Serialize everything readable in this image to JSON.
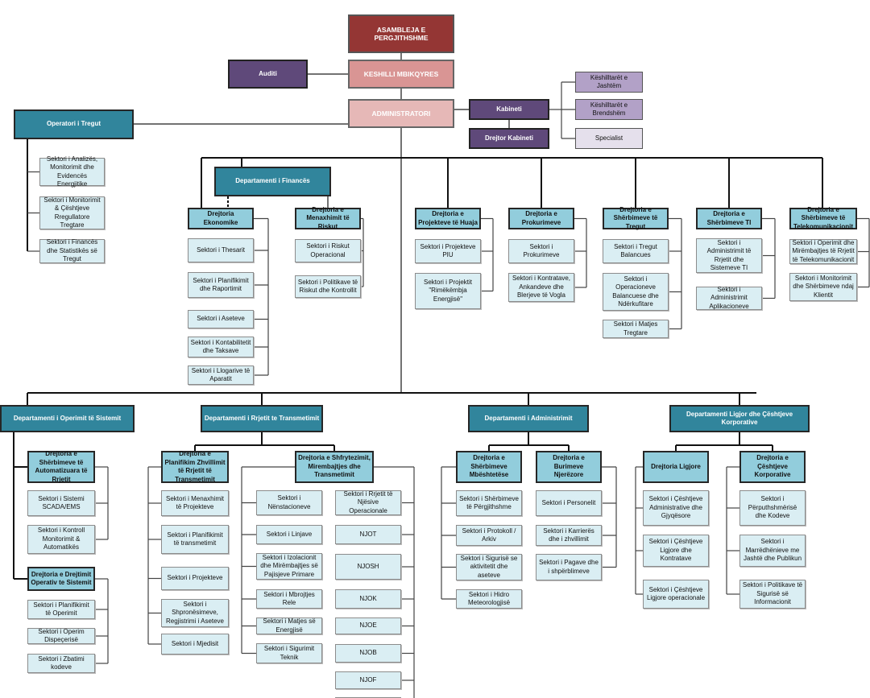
{
  "colors": {
    "assembly": "#943634",
    "board": "#d99594",
    "administrator": "#e6b8b7",
    "department": "#31859c",
    "directorate": "#92cddc",
    "sector": "#daeef3",
    "purple": "#5f497a",
    "lavender": "#b2a1c7"
  },
  "nodes": [
    {
      "id": "asamblea",
      "type": "top1",
      "label": "ASAMBLEJA  E PERGJITHSHME"
    },
    {
      "id": "keshilli",
      "type": "top2",
      "label": "KESHILLI MBIKQYRES"
    },
    {
      "id": "auditi",
      "type": "purple",
      "label": "Auditi"
    },
    {
      "id": "admin",
      "type": "top3",
      "label": "ADMINISTRATORI"
    },
    {
      "id": "kabineti",
      "type": "purple",
      "label": "Kabineti"
    },
    {
      "id": "drejtor_kab",
      "type": "purple",
      "label": "Drejtor Kabineti"
    },
    {
      "id": "k_jashtem",
      "type": "lav",
      "label": "Këshilltarët e Jashtëm"
    },
    {
      "id": "k_brendshem",
      "type": "lav",
      "label": "Këshilltarët e Brendshëm"
    },
    {
      "id": "specialist",
      "type": "lav2",
      "label": "Specialist"
    },
    {
      "id": "operatori",
      "type": "dept",
      "label": "Operatori i Tregut"
    },
    {
      "id": "op1",
      "type": "sector",
      "label": "Sektori i Analizës, Monitorimit dhe Evidencës Energjitike"
    },
    {
      "id": "op2",
      "type": "sector",
      "label": "Sektori i Monitorimit  & Çështjeve Rregullatore Tregtare"
    },
    {
      "id": "op3",
      "type": "sector",
      "label": "Sektori i Financës dhe Statistikës së Tregut"
    },
    {
      "id": "fin",
      "type": "dept",
      "label": "Departamenti i Financës"
    },
    {
      "id": "ekon",
      "type": "dir",
      "label": "Drejtoria Ekonomike"
    },
    {
      "id": "ek1",
      "type": "sector",
      "label": "Sektori i Thesarit"
    },
    {
      "id": "ek2",
      "type": "sector",
      "label": "Sektori i Planifikimit dhe Raportimit"
    },
    {
      "id": "ek3",
      "type": "sector",
      "label": "Sektori i Aseteve"
    },
    {
      "id": "ek4",
      "type": "sector",
      "label": "Sektori i Kontabilitetit dhe Taksave"
    },
    {
      "id": "ek5",
      "type": "sector",
      "label": "Sektori i Llogarive të Aparatit"
    },
    {
      "id": "risk",
      "type": "dir",
      "label": "Drejtoria e Menaxhimit të Riskut"
    },
    {
      "id": "rk1",
      "type": "sector",
      "label": "Sektori i Riskut Operacional"
    },
    {
      "id": "rk2",
      "type": "sector",
      "label": "Sektori i Politikave të Riskut dhe Kontrollit"
    },
    {
      "id": "huaja",
      "type": "dir",
      "label": "Drejtoria e Projekteve të Huaja"
    },
    {
      "id": "hu1",
      "type": "sector",
      "label": "Sektori i Projekteve PIU"
    },
    {
      "id": "hu2",
      "type": "sector",
      "label": "Sektori i Projektit \"Rimëkëmbja Energjisë\""
    },
    {
      "id": "prok",
      "type": "dir",
      "label": "Drejtoria e Prokurimeve"
    },
    {
      "id": "pr1",
      "type": "sector",
      "label": "Sektori i Prokurimeve"
    },
    {
      "id": "pr2",
      "type": "sector",
      "label": "Sektori i Kontratave, Ankandeve dhe Blerjeve të Vogla"
    },
    {
      "id": "tregut",
      "type": "dir",
      "label": "Drejtoria e Shërbimeve të Tregut"
    },
    {
      "id": "tr1",
      "type": "sector",
      "label": "Sektori i Tregut Balancues"
    },
    {
      "id": "tr2",
      "type": "sector",
      "label": "Sektori i Operacioneve Balancuese dhe Ndërkufitare"
    },
    {
      "id": "tr3",
      "type": "sector",
      "label": "Sektori i  Matjes Tregtare"
    },
    {
      "id": "ti",
      "type": "dir",
      "label": "Drejtoria e Shërbimeve TI"
    },
    {
      "id": "ti1",
      "type": "sector",
      "label": "Sektori i Administrimit të Rrjetit dhe Sistemeve TI"
    },
    {
      "id": "ti2",
      "type": "sector",
      "label": "Sektori i Administrimit Aplikacioneve"
    },
    {
      "id": "tel",
      "type": "dir",
      "label": "Drejtoria e Shërbimeve të Telekomunikacionit"
    },
    {
      "id": "te1",
      "type": "sector",
      "label": "Sektori i  Operimit dhe Mirëmbajtjes të Rrjetit të Telekomunikacionit"
    },
    {
      "id": "te2",
      "type": "sector",
      "label": "Sektori i Monitorimit dhe Shërbimeve ndaj Klientit"
    },
    {
      "id": "dop",
      "type": "dept",
      "label": "Departamenti i Operimit të Sistemit"
    },
    {
      "id": "auto",
      "type": "dir",
      "label": "Drejtoria e Shërbimeve të Automatizuara të Rrjetit"
    },
    {
      "id": "au1",
      "type": "sector",
      "label": "Sektori i Sistemi SCADA/EMS"
    },
    {
      "id": "au2",
      "type": "sector",
      "label": "Sektori i Kontroll Monitorimit & Automatikës"
    },
    {
      "id": "oper",
      "type": "dir",
      "label": "Drejtoria e Drejtimit Operativ te Sistemit"
    },
    {
      "id": "ov1",
      "type": "sector",
      "label": "Sektori i Planifikimit të Operimit"
    },
    {
      "id": "ov2",
      "type": "sector",
      "label": "Sektori i Operim Dispeçerisë"
    },
    {
      "id": "ov3",
      "type": "sector",
      "label": "Sektori i Zbatimi kodeve"
    },
    {
      "id": "drr",
      "type": "dept",
      "label": "Departamenti i Rrjetit te Transmetimit"
    },
    {
      "id": "plan",
      "type": "dir",
      "label": "Drejtoria e Planifikim Zhvillimit të Rrjetit të Transmetimit"
    },
    {
      "id": "pl1",
      "type": "sector",
      "label": "Sektori i Menaxhimit të Projekteve"
    },
    {
      "id": "pl2",
      "type": "sector",
      "label": "Sektori i Planifikimit të transmetimit"
    },
    {
      "id": "pl3",
      "type": "sector",
      "label": "Sektori i Projekteve"
    },
    {
      "id": "pl4",
      "type": "sector",
      "label": "Sektori i Shpronësimeve, Regjistrimi i Aseteve"
    },
    {
      "id": "pl5",
      "type": "sector",
      "label": "Sektori i Mjedisit"
    },
    {
      "id": "shf",
      "type": "dir",
      "label": "Drejtoria e Shfrytezimit, Mirembajtjes dhe Transmetimit"
    },
    {
      "id": "sa1",
      "type": "sector",
      "label": "Sektori i Nënstacioneve"
    },
    {
      "id": "sa2",
      "type": "sector",
      "label": "Sektori i Linjave"
    },
    {
      "id": "sa3",
      "type": "sector",
      "label": "Sektori i Izolacionit dhe Mirëmbajtjes së Pajisjeve Primare"
    },
    {
      "id": "sa4",
      "type": "sector",
      "label": "Sektori i Mbrojtjes Rele"
    },
    {
      "id": "sa5",
      "type": "sector",
      "label": "Sektori i Matjes së Energjisë"
    },
    {
      "id": "sa6",
      "type": "sector",
      "label": "Sektori i Sigurimit Teknik"
    },
    {
      "id": "sb1",
      "type": "sector",
      "label": "Sektori i Rrjetit të Njësive Operacionale"
    },
    {
      "id": "sb2",
      "type": "sector",
      "label": "NJOT"
    },
    {
      "id": "sb3",
      "type": "sector",
      "label": "NJOSH"
    },
    {
      "id": "sb4",
      "type": "sector",
      "label": "NJOK"
    },
    {
      "id": "sb5",
      "type": "sector",
      "label": "NJOE"
    },
    {
      "id": "sb6",
      "type": "sector",
      "label": "NJOB"
    },
    {
      "id": "sb7",
      "type": "sector",
      "label": "NJOF"
    },
    {
      "id": "sb8",
      "type": "sector",
      "label": ""
    },
    {
      "id": "dad",
      "type": "dept",
      "label": "Departamenti i Administrimit"
    },
    {
      "id": "mbe",
      "type": "dir",
      "label": "Drejtoria e Shërbimeve Mbështetëse"
    },
    {
      "id": "mb1",
      "type": "sector",
      "label": "Sektori i  Shërbimeve të Përgjithshme"
    },
    {
      "id": "mb2",
      "type": "sector",
      "label": "Sektori i Protokoll / Arkiv"
    },
    {
      "id": "mb3",
      "type": "sector",
      "label": "Sektori i Sigurisë se aktivitetit dhe aseteve"
    },
    {
      "id": "mb4",
      "type": "sector",
      "label": "Sektori i Hidro Meteorologjisë"
    },
    {
      "id": "bur",
      "type": "dir",
      "label": "Drejtoria e Burimeve Njerëzore"
    },
    {
      "id": "bu1",
      "type": "sector",
      "label": "Sektori i Personelit"
    },
    {
      "id": "bu2",
      "type": "sector",
      "label": "Sektori i Karrierës dhe i zhvillimit"
    },
    {
      "id": "bu3",
      "type": "sector",
      "label": "Sektori i Pagave dhe i shpërblimeve"
    },
    {
      "id": "dlg",
      "type": "dept",
      "label": "Departamenti Ligjor dhe Çështjeve Korporative"
    },
    {
      "id": "lig",
      "type": "dir",
      "label": "Drejtoria Ligjore"
    },
    {
      "id": "lg1",
      "type": "sector",
      "label": "Sektori i Çështjeve Administrative dhe Gjyqësore"
    },
    {
      "id": "lg2",
      "type": "sector",
      "label": "Sektori i Çështjeve Ligjore dhe Kontratave"
    },
    {
      "id": "lg3",
      "type": "sector",
      "label": "Sektori i Çështjeve Ligjore operacionale"
    },
    {
      "id": "kor",
      "type": "dir",
      "label": "Drejtoria e Çështjeve Korporative"
    },
    {
      "id": "ko1",
      "type": "sector",
      "label": "Sektori i Përputhshmërisë dhe Kodeve"
    },
    {
      "id": "ko2",
      "type": "sector",
      "label": "Sektori i Marrëdhënieve me Jashtë dhe Publikun"
    },
    {
      "id": "ko3",
      "type": "sector",
      "label": "Sektori i Politikave të Sigurisë së Informacionit"
    }
  ]
}
